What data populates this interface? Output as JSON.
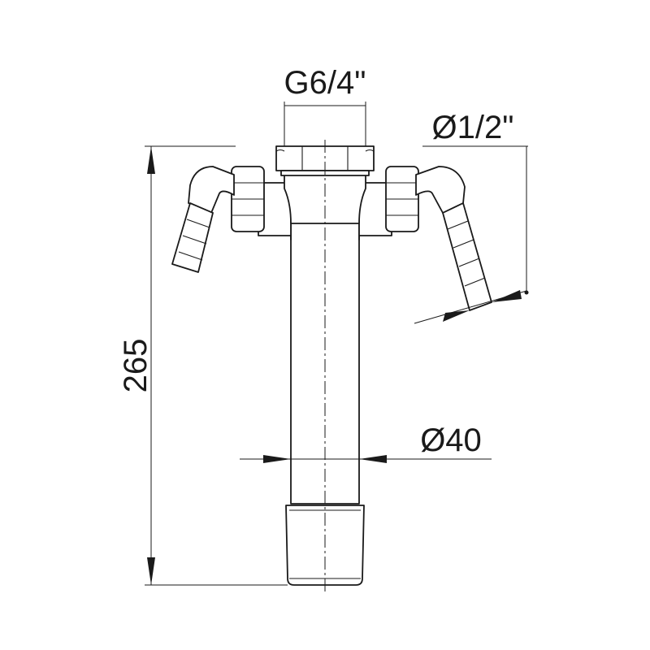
{
  "dimensions": {
    "thread": "G6/4\"",
    "hose_diameter": "Ø1/2\"",
    "height": "265",
    "pipe_diameter": "Ø40"
  },
  "colors": {
    "line": "#1a1a1a",
    "background": "#ffffff"
  }
}
